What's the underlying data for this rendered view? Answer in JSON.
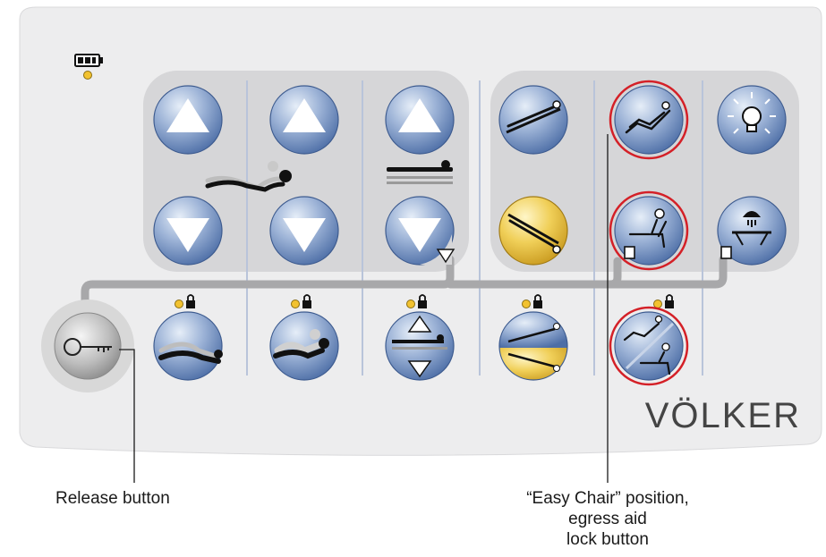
{
  "brand": "VÖLKER",
  "callouts": {
    "release": "Release button",
    "easy_chair": [
      "“Easy Chair” position,",
      "egress aid",
      "lock button"
    ]
  },
  "colors": {
    "panel": "#ededee",
    "group_bg": "#d6d6d8",
    "button_blue": "#6f8dbd",
    "button_yellow": "#e8c24d",
    "highlight_ring": "#d42027",
    "lock_led": "#f2c230",
    "connector": "#a8a8aa"
  },
  "buttons": [
    {
      "id": "back-up",
      "icon": "arrow-up-icon",
      "group": "adjust"
    },
    {
      "id": "knee-up",
      "icon": "arrow-up-icon",
      "group": "adjust"
    },
    {
      "id": "height-up",
      "icon": "arrow-up-icon",
      "group": "adjust"
    },
    {
      "id": "back-down",
      "icon": "arrow-down-icon",
      "group": "adjust"
    },
    {
      "id": "knee-down",
      "icon": "arrow-down-icon",
      "group": "adjust"
    },
    {
      "id": "height-down",
      "icon": "arrow-down-icon",
      "group": "adjust"
    },
    {
      "id": "trendelenburg",
      "icon": "bed-tilt-icon",
      "group": "position"
    },
    {
      "id": "easy-chair",
      "icon": "easy-chair-icon",
      "group": "position",
      "highlighted": true
    },
    {
      "id": "reading-light",
      "icon": "light-bulb-icon",
      "group": "position"
    },
    {
      "id": "anti-trendelenburg",
      "icon": "bed-tilt-reverse-icon",
      "group": "position",
      "color": "yellow"
    },
    {
      "id": "egress-aid",
      "icon": "sitting-egress-icon",
      "group": "position",
      "highlighted": true
    },
    {
      "id": "shower-position",
      "icon": "shower-icon",
      "group": "position"
    },
    {
      "id": "release",
      "icon": "key-icon",
      "group": "key"
    },
    {
      "id": "back-lock",
      "icon": "back-lock-icon",
      "group": "lock"
    },
    {
      "id": "knee-lock",
      "icon": "knee-lock-icon",
      "group": "lock"
    },
    {
      "id": "height-lock",
      "icon": "height-lock-icon",
      "group": "lock"
    },
    {
      "id": "tilt-lock",
      "icon": "tilt-lock-icon",
      "group": "lock"
    },
    {
      "id": "easy-chair-egress-lock",
      "icon": "chair-egress-lock-icon",
      "group": "lock",
      "highlighted": true
    }
  ]
}
